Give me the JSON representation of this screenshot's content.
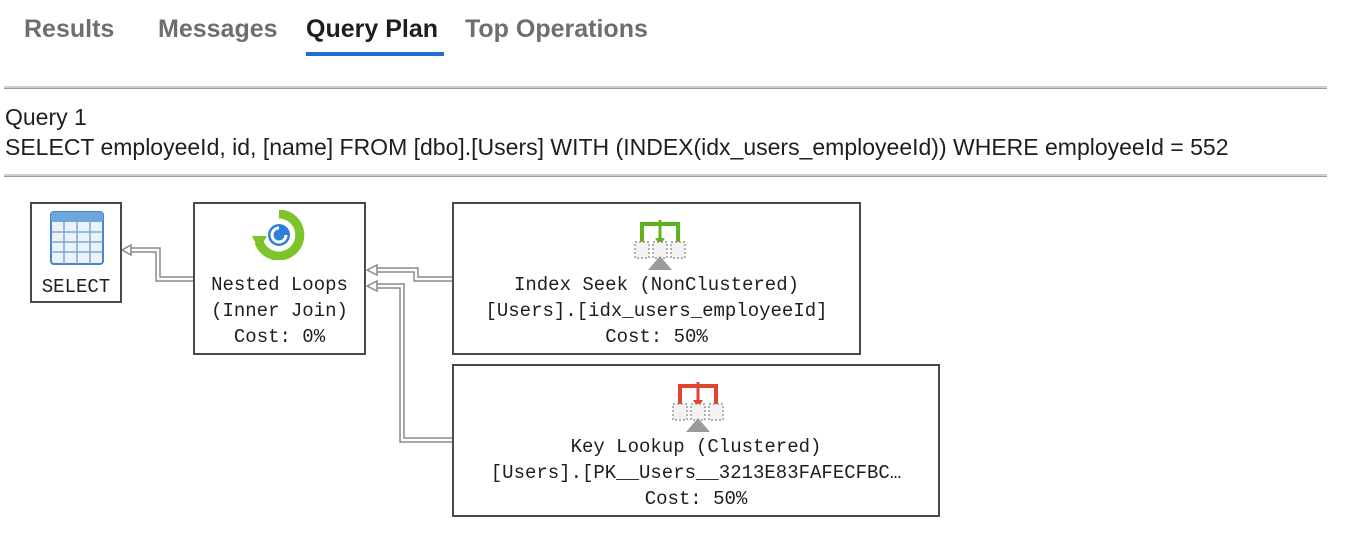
{
  "tabs": [
    {
      "label": "Results"
    },
    {
      "label": "Messages"
    },
    {
      "label": "Query Plan"
    },
    {
      "label": "Top Operations"
    }
  ],
  "active_tab": "Query Plan",
  "query": {
    "title": "Query 1",
    "sql": "SELECT employeeId, id, [name] FROM [dbo].[Users] WITH (INDEX(idx_users_employeeId)) WHERE employeeId = 552"
  },
  "plan": {
    "select": {
      "label": "SELECT",
      "icon": "table-result-icon"
    },
    "nested_loops": {
      "line1": "Nested Loops",
      "line2": "(Inner Join)",
      "cost": "Cost: 0%",
      "icon": "nested-loops-icon"
    },
    "index_seek": {
      "line1": "Index Seek (NonClustered)",
      "line2": "[Users].[idx_users_employeeId]",
      "cost": "Cost: 50%",
      "icon": "index-seek-icon"
    },
    "key_lookup": {
      "line1": "Key Lookup (Clustered)",
      "line2": "[Users].[PK__Users__3213E83FAFECFBC…",
      "cost": "Cost: 50%",
      "icon": "key-lookup-icon"
    }
  },
  "colors": {
    "active_tab_underline": "#1f6fd1",
    "index_seek_accent": "#5fb31f",
    "key_lookup_accent": "#e0442f",
    "nested_loops_green": "#7cc42a",
    "nested_loops_blue": "#2f7fd6"
  }
}
